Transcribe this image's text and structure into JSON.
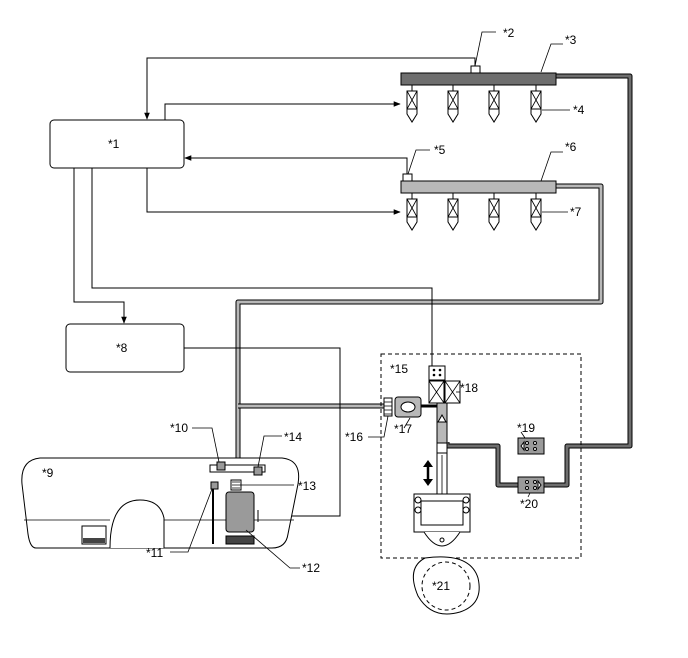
{
  "labels": {
    "ecm": "*1",
    "sensor_upper": "*2",
    "rail_upper": "*3",
    "injector_upper": "*4",
    "sensor_lower": "*5",
    "rail_lower": "*6",
    "injector_lower": "*7",
    "module_8": "*8",
    "tank": "*9",
    "part_10": "*10",
    "part_11": "*11",
    "pump_in_tank": "*12",
    "part_13": "*13",
    "part_14": "*14",
    "pump_assembly": "*15",
    "part_16": "*16",
    "part_17": "*17",
    "valve_18": "*18",
    "valve_19": "*19",
    "valve_20": "*20",
    "cam": "*21"
  },
  "colors": {
    "line": "#000000",
    "rail_high_pressure": "#6e6e6e",
    "rail_low_pressure": "#b8b8b8",
    "pump_body": "#9a9a9a"
  }
}
